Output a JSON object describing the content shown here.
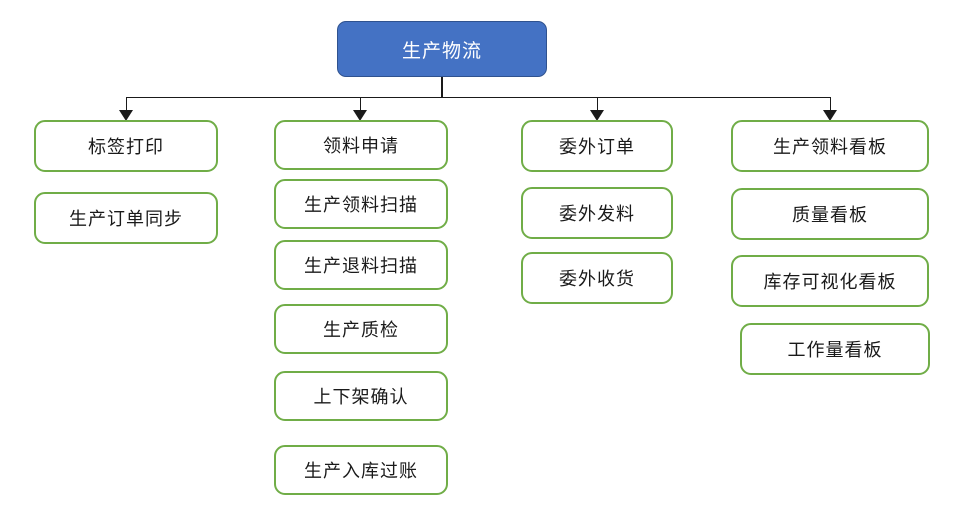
{
  "diagram": {
    "type": "organization-tree",
    "title": "生产物流",
    "colors": {
      "root_fill": "#4472C4",
      "root_border": "#2F528F",
      "root_text": "#FFFFFF",
      "leaf_border": "#70AD47",
      "leaf_fill": "#FFFFFF",
      "leaf_text": "#1A1A1A",
      "connector": "#1A1A1A",
      "background": "#FFFFFF"
    },
    "root": {
      "label": "生产物流"
    },
    "branches": [
      {
        "id": "branch-1",
        "items": [
          {
            "label": "标签打印"
          },
          {
            "label": "生产订单同步"
          }
        ]
      },
      {
        "id": "branch-2",
        "items": [
          {
            "label": "领料申请"
          },
          {
            "label": "生产领料扫描"
          },
          {
            "label": "生产退料扫描"
          },
          {
            "label": "生产质检"
          },
          {
            "label": "上下架确认"
          },
          {
            "label": "生产入库过账"
          }
        ]
      },
      {
        "id": "branch-3",
        "items": [
          {
            "label": "委外订单"
          },
          {
            "label": "委外发料"
          },
          {
            "label": "委外收货"
          }
        ]
      },
      {
        "id": "branch-4",
        "items": [
          {
            "label": "生产领料看板"
          },
          {
            "label": "质量看板"
          },
          {
            "label": "库存可视化看板"
          },
          {
            "label": "工作量看板"
          }
        ]
      }
    ]
  }
}
